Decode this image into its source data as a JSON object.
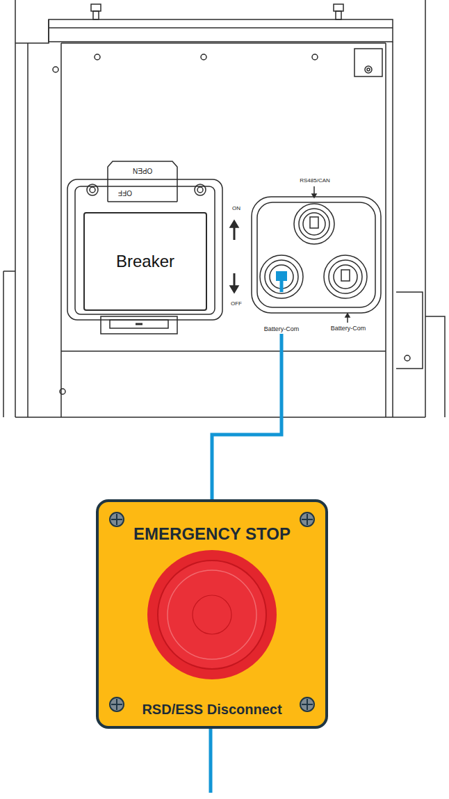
{
  "diagram": {
    "nodes": [
      {
        "text": [
          "Breaker"
        ]
      },
      {
        "text": [
          "Battery-Com"
        ]
      },
      {
        "text": [
          "EMERGENCY STOP",
          "RSD/ESS Disconnect"
        ]
      }
    ],
    "edges": [
      {
        "from": 1,
        "to": 2,
        "arrow": "none"
      }
    ],
    "labels": [
      "OPEN",
      "OFF",
      "ON",
      "OFF",
      "RS485/CAN",
      "Battery-Com"
    ]
  }
}
